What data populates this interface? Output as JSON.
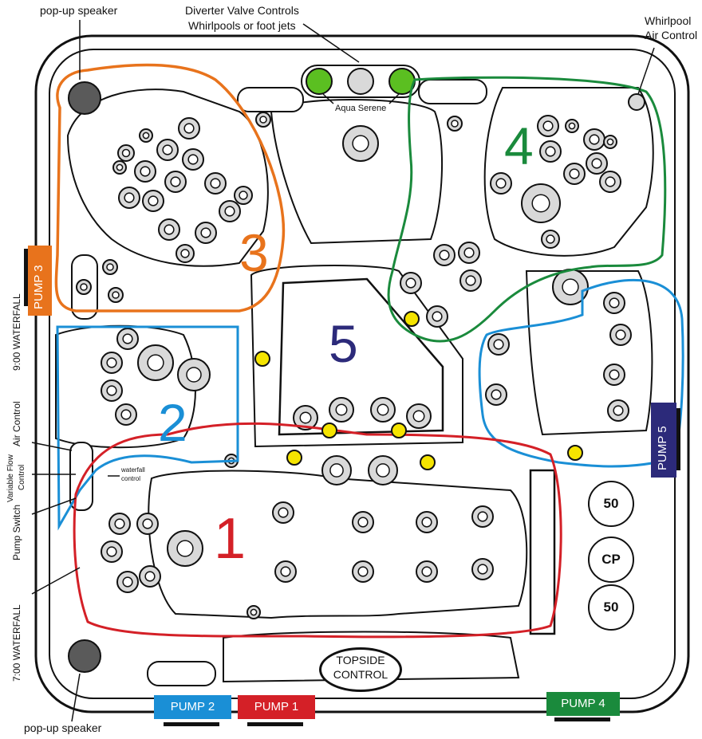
{
  "labels": {
    "popup_speaker_top": "pop-up speaker",
    "popup_speaker_bottom": "pop-up speaker",
    "diverter_line1": "Diverter Valve Controls",
    "diverter_line2": "Whirlpools or foot jets",
    "whirlpool_line1": "Whirlpool",
    "whirlpool_line2": "Air Control",
    "aqua_serene": "Aqua Serene",
    "waterfall_900": "9:00  WATERFALL",
    "waterfall_700": "7:00  WATERFALL",
    "air_control": "Air Control",
    "variable_flow_line1": "Variable Flow",
    "variable_flow_line2": "Control",
    "pump_switch": "Pump Switch",
    "waterfall_control_line1": "waterfall",
    "waterfall_control_line2": "control",
    "topside_line1": "TOPSIDE",
    "topside_line2": "CONTROL"
  },
  "pumps": [
    {
      "name": "PUMP 1",
      "color": "#d42027"
    },
    {
      "name": "PUMP 2",
      "color": "#1a8fd6"
    },
    {
      "name": "PUMP 3",
      "color": "#e8731c"
    },
    {
      "name": "PUMP 4",
      "color": "#1a8a3c"
    },
    {
      "name": "PUMP 5",
      "color": "#2c2a7a"
    }
  ],
  "zones": [
    {
      "number": "1",
      "color": "#d42027"
    },
    {
      "number": "2",
      "color": "#1a8fd6"
    },
    {
      "number": "3",
      "color": "#e8731c"
    },
    {
      "number": "4",
      "color": "#1a8a3c"
    },
    {
      "number": "5",
      "color": "#2c2a7a"
    }
  ],
  "equipment_circles": [
    "50",
    "CP",
    "50"
  ],
  "colors": {
    "outline": "#111111",
    "jet_fill": "#d9d9d9",
    "light_yellow": "#f5e400",
    "valve_green": "#5bbf21",
    "speaker_gray": "#5a5a5a"
  }
}
